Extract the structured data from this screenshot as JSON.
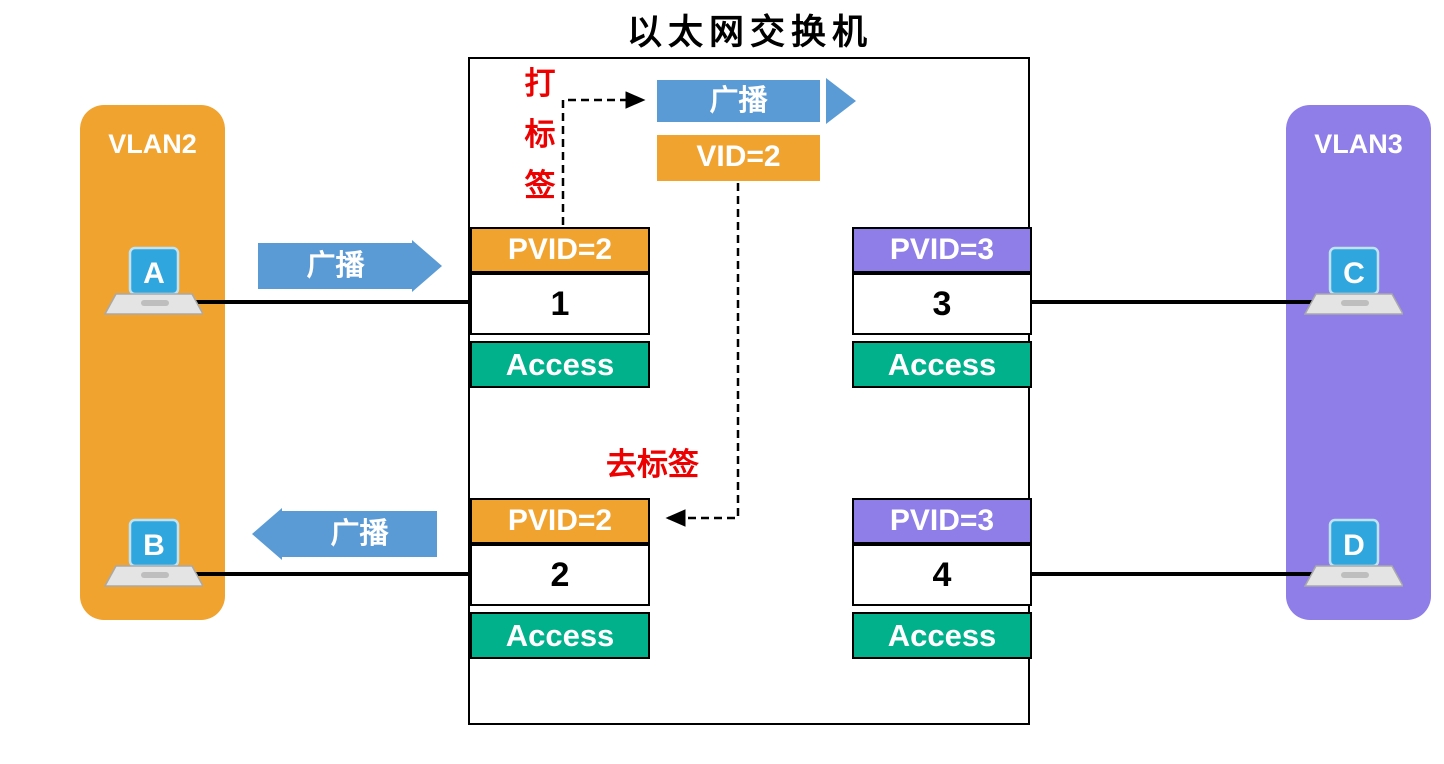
{
  "title": "以太网交换机",
  "vlans": [
    {
      "label": "VLAN2"
    },
    {
      "label": "VLAN3"
    }
  ],
  "hosts": [
    {
      "label": "A"
    },
    {
      "label": "B"
    },
    {
      "label": "C"
    },
    {
      "label": "D"
    }
  ],
  "ports": [
    {
      "pvid": "PVID=2",
      "number": "1",
      "mode": "Access"
    },
    {
      "pvid": "PVID=2",
      "number": "2",
      "mode": "Access"
    },
    {
      "pvid": "PVID=3",
      "number": "3",
      "mode": "Access"
    },
    {
      "pvid": "PVID=3",
      "number": "4",
      "mode": "Access"
    }
  ],
  "tagged_frame": {
    "broadcast": "广播",
    "vid": "VID=2"
  },
  "flows": {
    "ingress_broadcast": "广播",
    "egress_broadcast": "广播"
  },
  "annotations": {
    "tagging": "打标签",
    "untagging": "去标签"
  },
  "colors": {
    "vlan2_orange": "#F0A32F",
    "vlan3_purple": "#8F7DE8",
    "broadcast_blue": "#5B9BD5",
    "access_green": "#00B18C",
    "annotation_red": "#ED0000",
    "laptop_screen_blue": "#2FA7DE",
    "wire_black": "#000000"
  }
}
